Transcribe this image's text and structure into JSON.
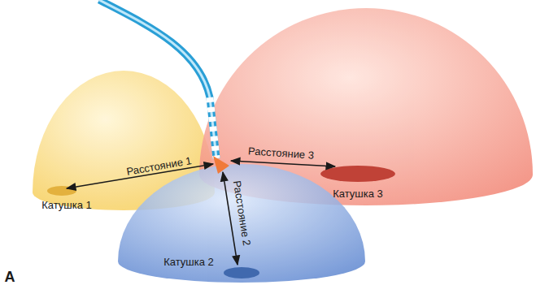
{
  "diagram": {
    "labels": [
      "Расстояние 1",
      "Расстояние 3",
      "Расстояние 2",
      "Катушка 1",
      "Катушка 3",
      "Катушка 2",
      "А"
    ]
  }
}
